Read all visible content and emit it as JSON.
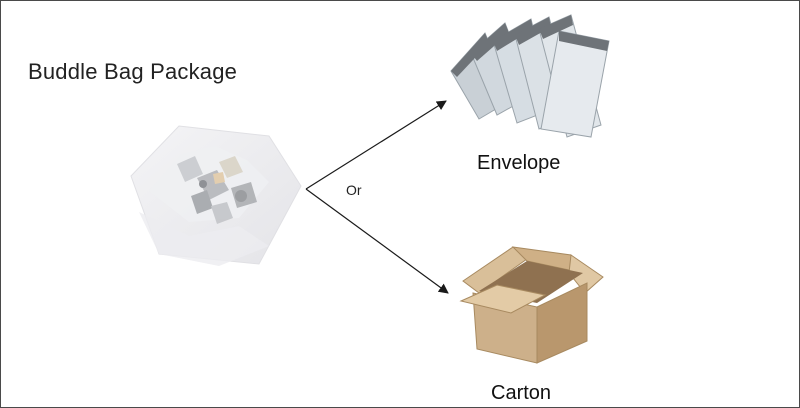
{
  "title": "Buddle Bag Package",
  "connector": "Or",
  "options": [
    {
      "label": "Envelope",
      "icon": "mailer-envelope-icon"
    },
    {
      "label": "Carton",
      "icon": "carton-box-icon"
    }
  ],
  "colors": {
    "text": "#222222",
    "arrow": "#1a1a1a",
    "frame": "#4a4a4a",
    "cardboard": "#c9a87e",
    "envelope": "#d7dde2"
  }
}
